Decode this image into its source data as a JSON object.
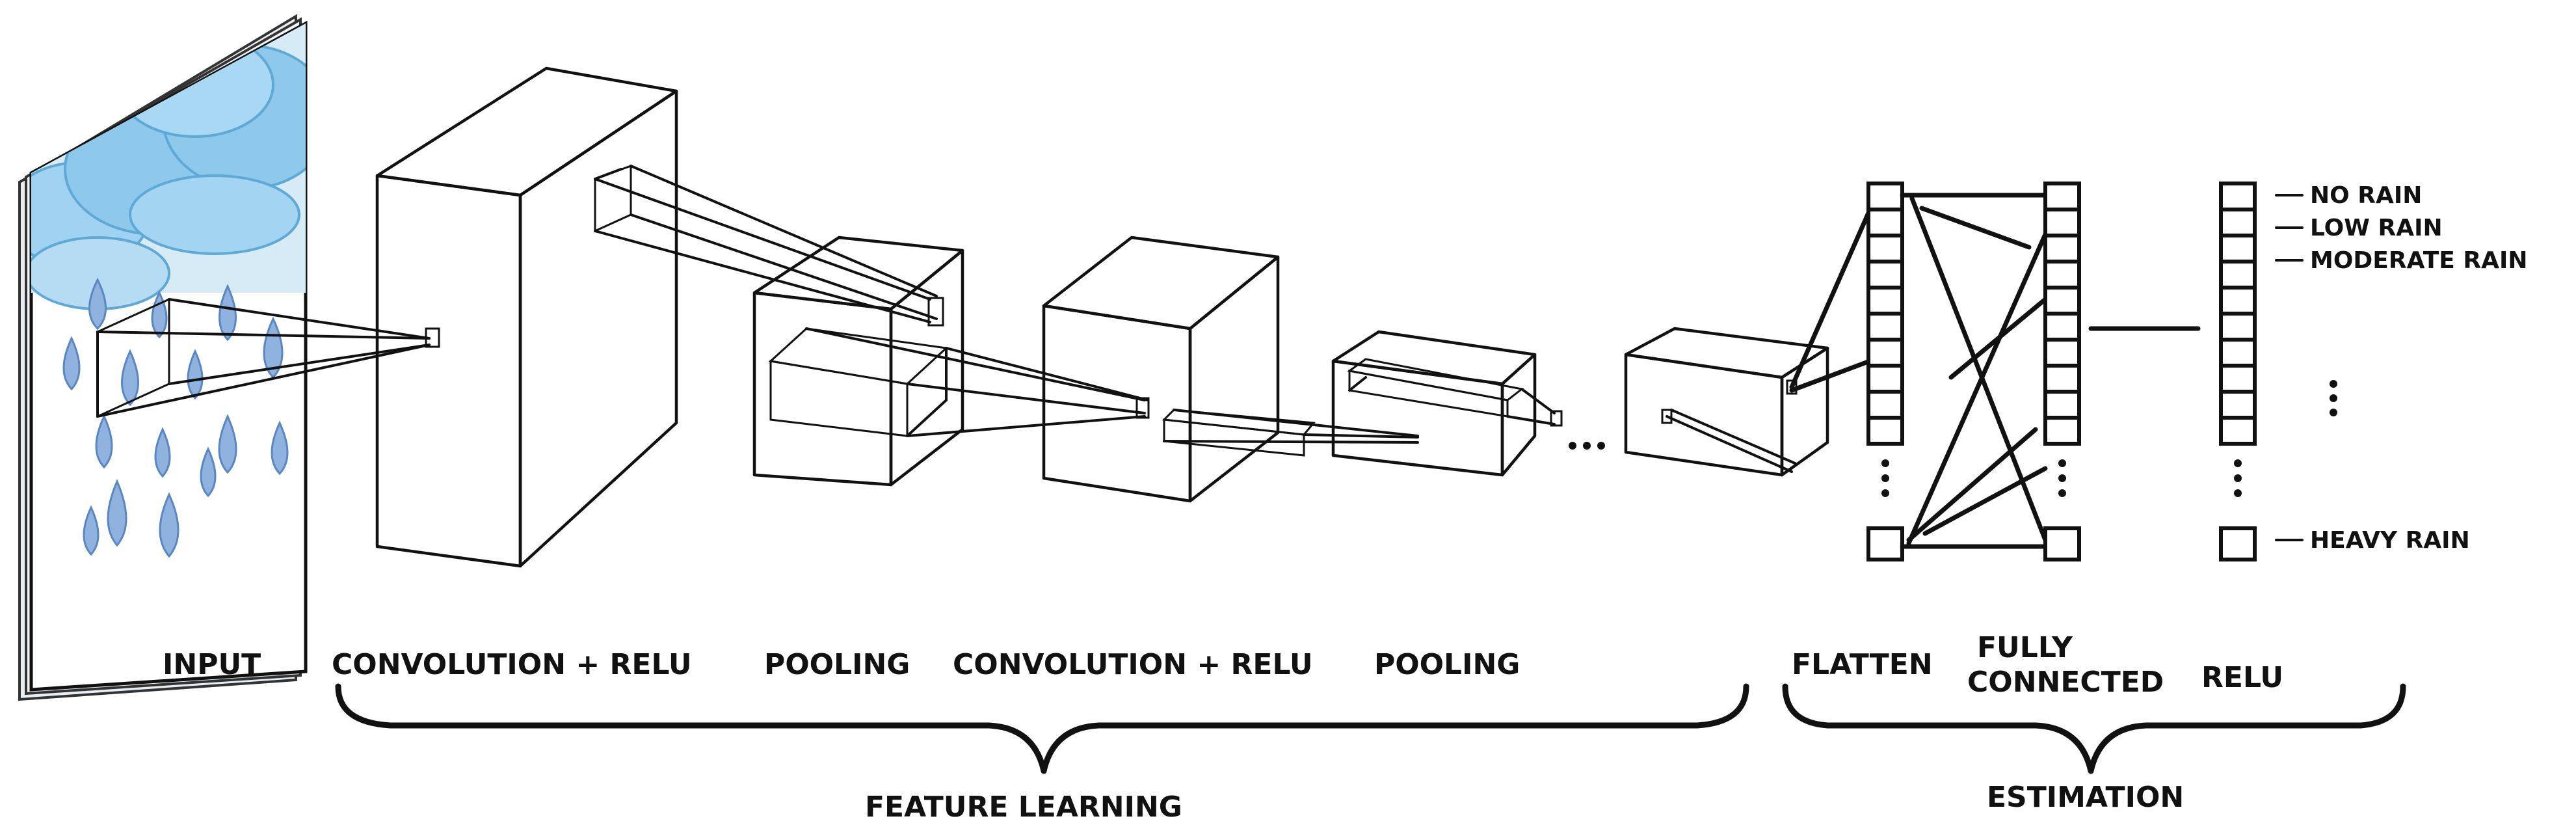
{
  "labels": {
    "input": "INPUT",
    "conv1": "CONVOLUTION + RELU",
    "pool1": "POOLING",
    "conv2": "CONVOLUTION + RELU",
    "pool2": "POOLING",
    "flatten": "FLATTEN",
    "fc_line1": "FULLY",
    "fc_line2": "CONNECTED",
    "relu": "RELU",
    "feature_learning": "FEATURE LEARNING",
    "estimation": "ESTIMATION",
    "ellipsis": "..."
  },
  "outputs": [
    {
      "label": "NO RAIN"
    },
    {
      "label": "LOW RAIN"
    },
    {
      "label": "MODERATE RAIN"
    },
    {
      "label": "HEAVY RAIN"
    }
  ],
  "colors": {
    "line": "#111111",
    "cloud": "#8ec9ec",
    "rain_panel": "#c9e2f2",
    "drop": "#8fb2de"
  },
  "icons": [
    "rain-cloud-image"
  ]
}
